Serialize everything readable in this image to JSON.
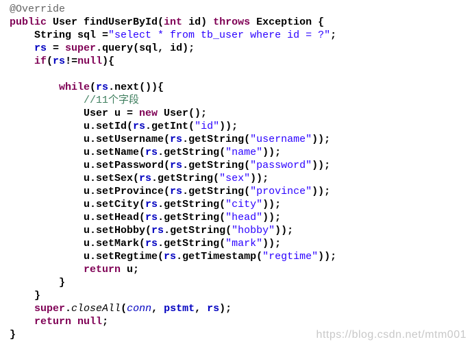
{
  "code": {
    "lines": [
      [
        {
          "t": "@Override",
          "c": "a"
        }
      ],
      [
        {
          "t": "public ",
          "c": "k"
        },
        {
          "t": "User findUserById(",
          "c": "p"
        },
        {
          "t": "int",
          "c": "k"
        },
        {
          "t": " id) ",
          "c": "p"
        },
        {
          "t": "throws",
          "c": "k"
        },
        {
          "t": " Exception {",
          "c": "p"
        }
      ],
      [
        {
          "t": "    String sql =",
          "c": "p"
        },
        {
          "t": "\"select * from tb_user where id = ?\"",
          "c": "s"
        },
        {
          "t": ";",
          "c": "p"
        }
      ],
      [
        {
          "t": "    ",
          "c": "p"
        },
        {
          "t": "rs",
          "c": "f"
        },
        {
          "t": " = ",
          "c": "p"
        },
        {
          "t": "super",
          "c": "k"
        },
        {
          "t": ".query(sql, id);",
          "c": "p"
        }
      ],
      [
        {
          "t": "    ",
          "c": "p"
        },
        {
          "t": "if",
          "c": "k"
        },
        {
          "t": "(",
          "c": "p"
        },
        {
          "t": "rs",
          "c": "f"
        },
        {
          "t": "!=",
          "c": "p"
        },
        {
          "t": "null",
          "c": "k"
        },
        {
          "t": "){",
          "c": "p"
        }
      ],
      [
        {
          "t": "",
          "c": "p"
        }
      ],
      [
        {
          "t": "        ",
          "c": "p"
        },
        {
          "t": "while",
          "c": "k"
        },
        {
          "t": "(",
          "c": "p"
        },
        {
          "t": "rs",
          "c": "f"
        },
        {
          "t": ".next()){",
          "c": "p"
        }
      ],
      [
        {
          "t": "            ",
          "c": "p"
        },
        {
          "t": "//11个字段",
          "c": "c"
        }
      ],
      [
        {
          "t": "            User u = ",
          "c": "p"
        },
        {
          "t": "new",
          "c": "k"
        },
        {
          "t": " User();",
          "c": "p"
        }
      ],
      [
        {
          "t": "            u.setId(",
          "c": "p"
        },
        {
          "t": "rs",
          "c": "f"
        },
        {
          "t": ".getInt(",
          "c": "p"
        },
        {
          "t": "\"id\"",
          "c": "s"
        },
        {
          "t": "));",
          "c": "p"
        }
      ],
      [
        {
          "t": "            u.setUsername(",
          "c": "p"
        },
        {
          "t": "rs",
          "c": "f"
        },
        {
          "t": ".getString(",
          "c": "p"
        },
        {
          "t": "\"username\"",
          "c": "s"
        },
        {
          "t": "));",
          "c": "p"
        }
      ],
      [
        {
          "t": "            u.setName(",
          "c": "p"
        },
        {
          "t": "rs",
          "c": "f"
        },
        {
          "t": ".getString(",
          "c": "p"
        },
        {
          "t": "\"name\"",
          "c": "s"
        },
        {
          "t": "));",
          "c": "p"
        }
      ],
      [
        {
          "t": "            u.setPassword(",
          "c": "p"
        },
        {
          "t": "rs",
          "c": "f"
        },
        {
          "t": ".getString(",
          "c": "p"
        },
        {
          "t": "\"password\"",
          "c": "s"
        },
        {
          "t": "));",
          "c": "p"
        }
      ],
      [
        {
          "t": "            u.setSex(",
          "c": "p"
        },
        {
          "t": "rs",
          "c": "f"
        },
        {
          "t": ".getString(",
          "c": "p"
        },
        {
          "t": "\"sex\"",
          "c": "s"
        },
        {
          "t": "));",
          "c": "p"
        }
      ],
      [
        {
          "t": "            u.setProvince(",
          "c": "p"
        },
        {
          "t": "rs",
          "c": "f"
        },
        {
          "t": ".getString(",
          "c": "p"
        },
        {
          "t": "\"province\"",
          "c": "s"
        },
        {
          "t": "));",
          "c": "p"
        }
      ],
      [
        {
          "t": "            u.setCity(",
          "c": "p"
        },
        {
          "t": "rs",
          "c": "f"
        },
        {
          "t": ".getString(",
          "c": "p"
        },
        {
          "t": "\"city\"",
          "c": "s"
        },
        {
          "t": "));",
          "c": "p"
        }
      ],
      [
        {
          "t": "            u.setHead(",
          "c": "p"
        },
        {
          "t": "rs",
          "c": "f"
        },
        {
          "t": ".getString(",
          "c": "p"
        },
        {
          "t": "\"head\"",
          "c": "s"
        },
        {
          "t": "));",
          "c": "p"
        }
      ],
      [
        {
          "t": "            u.setHobby(",
          "c": "p"
        },
        {
          "t": "rs",
          "c": "f"
        },
        {
          "t": ".getString(",
          "c": "p"
        },
        {
          "t": "\"hobby\"",
          "c": "s"
        },
        {
          "t": "));",
          "c": "p"
        }
      ],
      [
        {
          "t": "            u.setMark(",
          "c": "p"
        },
        {
          "t": "rs",
          "c": "f"
        },
        {
          "t": ".getString(",
          "c": "p"
        },
        {
          "t": "\"mark\"",
          "c": "s"
        },
        {
          "t": "));",
          "c": "p"
        }
      ],
      [
        {
          "t": "            u.setRegtime(",
          "c": "p"
        },
        {
          "t": "rs",
          "c": "f"
        },
        {
          "t": ".getTimestamp(",
          "c": "p"
        },
        {
          "t": "\"regtime\"",
          "c": "s"
        },
        {
          "t": "));",
          "c": "p"
        }
      ],
      [
        {
          "t": "            ",
          "c": "p"
        },
        {
          "t": "return",
          "c": "k"
        },
        {
          "t": " u;",
          "c": "p"
        }
      ],
      [
        {
          "t": "        }",
          "c": "p"
        }
      ],
      [
        {
          "t": "    }",
          "c": "p"
        }
      ],
      [
        {
          "t": "    ",
          "c": "p"
        },
        {
          "t": "super",
          "c": "k"
        },
        {
          "t": ".",
          "c": "p"
        },
        {
          "t": "closeAll",
          "c": "m"
        },
        {
          "t": "(",
          "c": "p"
        },
        {
          "t": "conn",
          "c": "i"
        },
        {
          "t": ", ",
          "c": "p"
        },
        {
          "t": "pstmt",
          "c": "f"
        },
        {
          "t": ", ",
          "c": "p"
        },
        {
          "t": "rs",
          "c": "f"
        },
        {
          "t": ");",
          "c": "p"
        }
      ],
      [
        {
          "t": "    ",
          "c": "p"
        },
        {
          "t": "return",
          "c": "k"
        },
        {
          "t": " ",
          "c": "p"
        },
        {
          "t": "null",
          "c": "k"
        },
        {
          "t": ";",
          "c": "p"
        }
      ],
      [
        {
          "t": "}",
          "c": "p"
        }
      ]
    ]
  },
  "watermark": "https://blog.csdn.net/mtm001",
  "colors": {
    "keyword": "#7f0055",
    "field": "#0000c0",
    "string": "#2a00ff",
    "comment": "#3f7f5f",
    "annotation": "#646464"
  }
}
